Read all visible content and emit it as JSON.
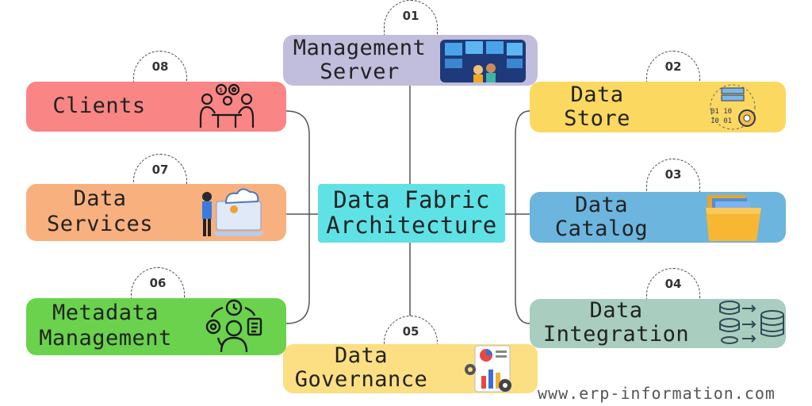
{
  "center": {
    "line1": "Data Fabric",
    "line2": "Architecture",
    "color": "#5ee2e6"
  },
  "nodes": [
    {
      "num": "01",
      "line1": "Management",
      "line2": "Server",
      "color": "#c1bddc",
      "icon": "server-room-icon"
    },
    {
      "num": "02",
      "line1": "Data",
      "line2": "Store",
      "color": "#fbd860",
      "icon": "data-store-icon"
    },
    {
      "num": "03",
      "line1": "Data",
      "line2": "Catalog",
      "color": "#6cb5de",
      "icon": "folder-icon"
    },
    {
      "num": "04",
      "line1": "Data",
      "line2": "Integration",
      "color": "#a9cdbf",
      "icon": "database-sync-icon"
    },
    {
      "num": "05",
      "line1": "Data",
      "line2": "Governance",
      "color": "#fbdf82",
      "icon": "report-chart-icon"
    },
    {
      "num": "06",
      "line1": "Metadata",
      "line2": "Management",
      "color": "#6ad24d",
      "icon": "metadata-user-icon"
    },
    {
      "num": "07",
      "line1": "Data",
      "line2": "Services",
      "color": "#f8b07f",
      "icon": "cloud-service-icon"
    },
    {
      "num": "08",
      "line1": "Clients",
      "color": "#f98585",
      "icon": "clients-meeting-icon"
    }
  ],
  "watermark": "www.erp-information.com"
}
